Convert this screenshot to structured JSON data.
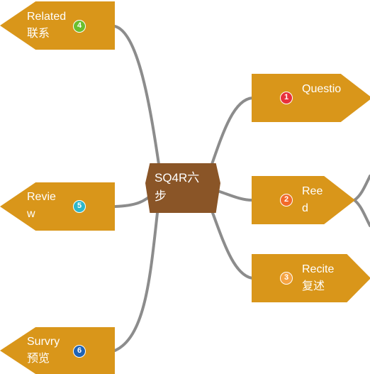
{
  "central": {
    "label": "SQ4R六步"
  },
  "nodes": [
    {
      "id": "related",
      "label": "Related联系",
      "badge": "4",
      "badge_color": "#6abf2e"
    },
    {
      "id": "review",
      "label": "Review",
      "badge": "5",
      "badge_color": "#2fb7c9"
    },
    {
      "id": "survey",
      "label": "Survry预览",
      "badge": "6",
      "badge_color": "#1e63b5"
    },
    {
      "id": "question",
      "label": "Questio",
      "badge": "1",
      "badge_color": "#e8313c"
    },
    {
      "id": "read",
      "label": "Reed",
      "badge": "2",
      "badge_color": "#f26a2a"
    },
    {
      "id": "recite",
      "label": "Recite复述",
      "badge": "3",
      "badge_color": "#f5a342"
    }
  ],
  "colors": {
    "node_fill": "#d9961a",
    "central_fill": "#8a5527",
    "link": "#8c8c8c"
  }
}
